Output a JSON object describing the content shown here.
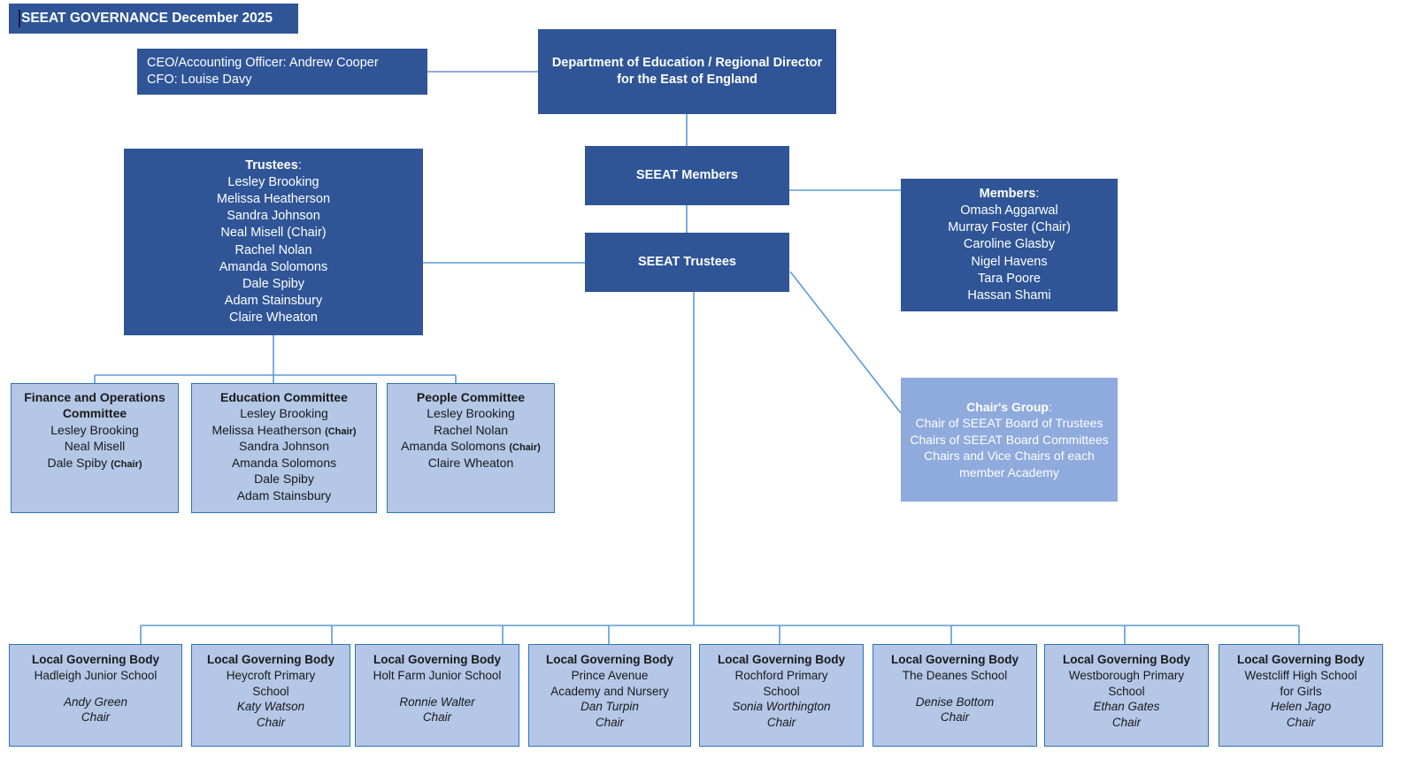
{
  "title_banner": {
    "text": "SEEAT GOVERNANCE December 2025"
  },
  "exec": {
    "line1": "CEO/Accounting Officer: Andrew Cooper",
    "line2": "CFO: Louise Davy"
  },
  "dfe": {
    "line1": "Department of Education / Regional Director",
    "line2": "for the East of England"
  },
  "nodes": {
    "members": "SEEAT Members",
    "trustees": "SEEAT Trustees"
  },
  "trustees_panel": {
    "heading": "Trustees",
    "heading_suffix": ":",
    "names": [
      "Lesley Brooking",
      "Melissa Heatherson",
      "Sandra Johnson",
      "Neal Misell (Chair)",
      "Rachel Nolan",
      "Amanda Solomons",
      "Dale Spiby",
      "Adam  Stainsbury",
      "Claire Wheaton"
    ]
  },
  "members_panel": {
    "heading": "Members",
    "heading_suffix": ":",
    "names": [
      "Omash Aggarwal",
      "Murray Foster (Chair)",
      "Caroline Glasby",
      "Nigel Havens",
      "Tara Poore",
      "Hassan Shami"
    ]
  },
  "chairs_group": {
    "heading": "Chair's Group",
    "heading_suffix": ":",
    "lines": [
      "Chair of SEEAT Board of Trustees",
      "Chairs of SEEAT Board Committees",
      "Chairs and Vice Chairs of each member Academy"
    ]
  },
  "committees": [
    {
      "name": "finance",
      "title_line1": "Finance and Operations",
      "title_line2": "Committee",
      "members": [
        {
          "name": "Lesley Brooking",
          "role": ""
        },
        {
          "name": "Neal Misell",
          "role": ""
        },
        {
          "name": "Dale Spiby",
          "role": "(Chair)"
        }
      ]
    },
    {
      "name": "education",
      "title_line1": "Education Committee",
      "title_line2": "",
      "members": [
        {
          "name": "Lesley Brooking",
          "role": ""
        },
        {
          "name": "Melissa Heatherson",
          "role": "(Chair)"
        },
        {
          "name": "Sandra Johnson",
          "role": ""
        },
        {
          "name": "Amanda Solomons",
          "role": ""
        },
        {
          "name": "Dale Spiby",
          "role": ""
        },
        {
          "name": "Adam Stainsbury",
          "role": ""
        }
      ]
    },
    {
      "name": "people",
      "title_line1": "People Committee",
      "title_line2": "",
      "members": [
        {
          "name": "Lesley Brooking",
          "role": ""
        },
        {
          "name": "Rachel Nolan",
          "role": ""
        },
        {
          "name": "Amanda Solomons",
          "role": "(Chair)"
        },
        {
          "name": "Claire Wheaton",
          "role": ""
        }
      ]
    }
  ],
  "lgb_label": "Local Governing Body",
  "lgb_role": "Chair",
  "local_governing_bodies": [
    {
      "school_line1": "Hadleigh Junior School",
      "school_line2": "",
      "chair": "Andy Green",
      "role": "Chair"
    },
    {
      "school_line1": "Heycroft Primary",
      "school_line2": "School",
      "chair": "Katy Watson",
      "role": "Chair"
    },
    {
      "school_line1": "Holt Farm Junior School",
      "school_line2": "",
      "chair": "Ronnie Walter",
      "role": "Chair"
    },
    {
      "school_line1": "Prince Avenue",
      "school_line2": "Academy and Nursery",
      "chair": "Dan Turpin",
      "role": "Chair"
    },
    {
      "school_line1": "Rochford Primary",
      "school_line2": "School",
      "chair": "Sonia Worthington",
      "role": "Chair"
    },
    {
      "school_line1": "The Deanes School",
      "school_line2": "",
      "chair": "Denise Bottom",
      "role": "Chair"
    },
    {
      "school_line1": "Westborough Primary",
      "school_line2": "School",
      "chair": "Ethan Gates",
      "role": "Chair"
    },
    {
      "school_line1": "Westcliff High School",
      "school_line2": "for Girls",
      "chair": "Helen Jago",
      "role": "Chair"
    }
  ],
  "colors": {
    "dark_blue": "#2F5597",
    "light_blue": "#B4C7E7",
    "mid_blue": "#8FAADC",
    "border_blue": "#2E74B5",
    "connector": "#5B9BD5"
  }
}
